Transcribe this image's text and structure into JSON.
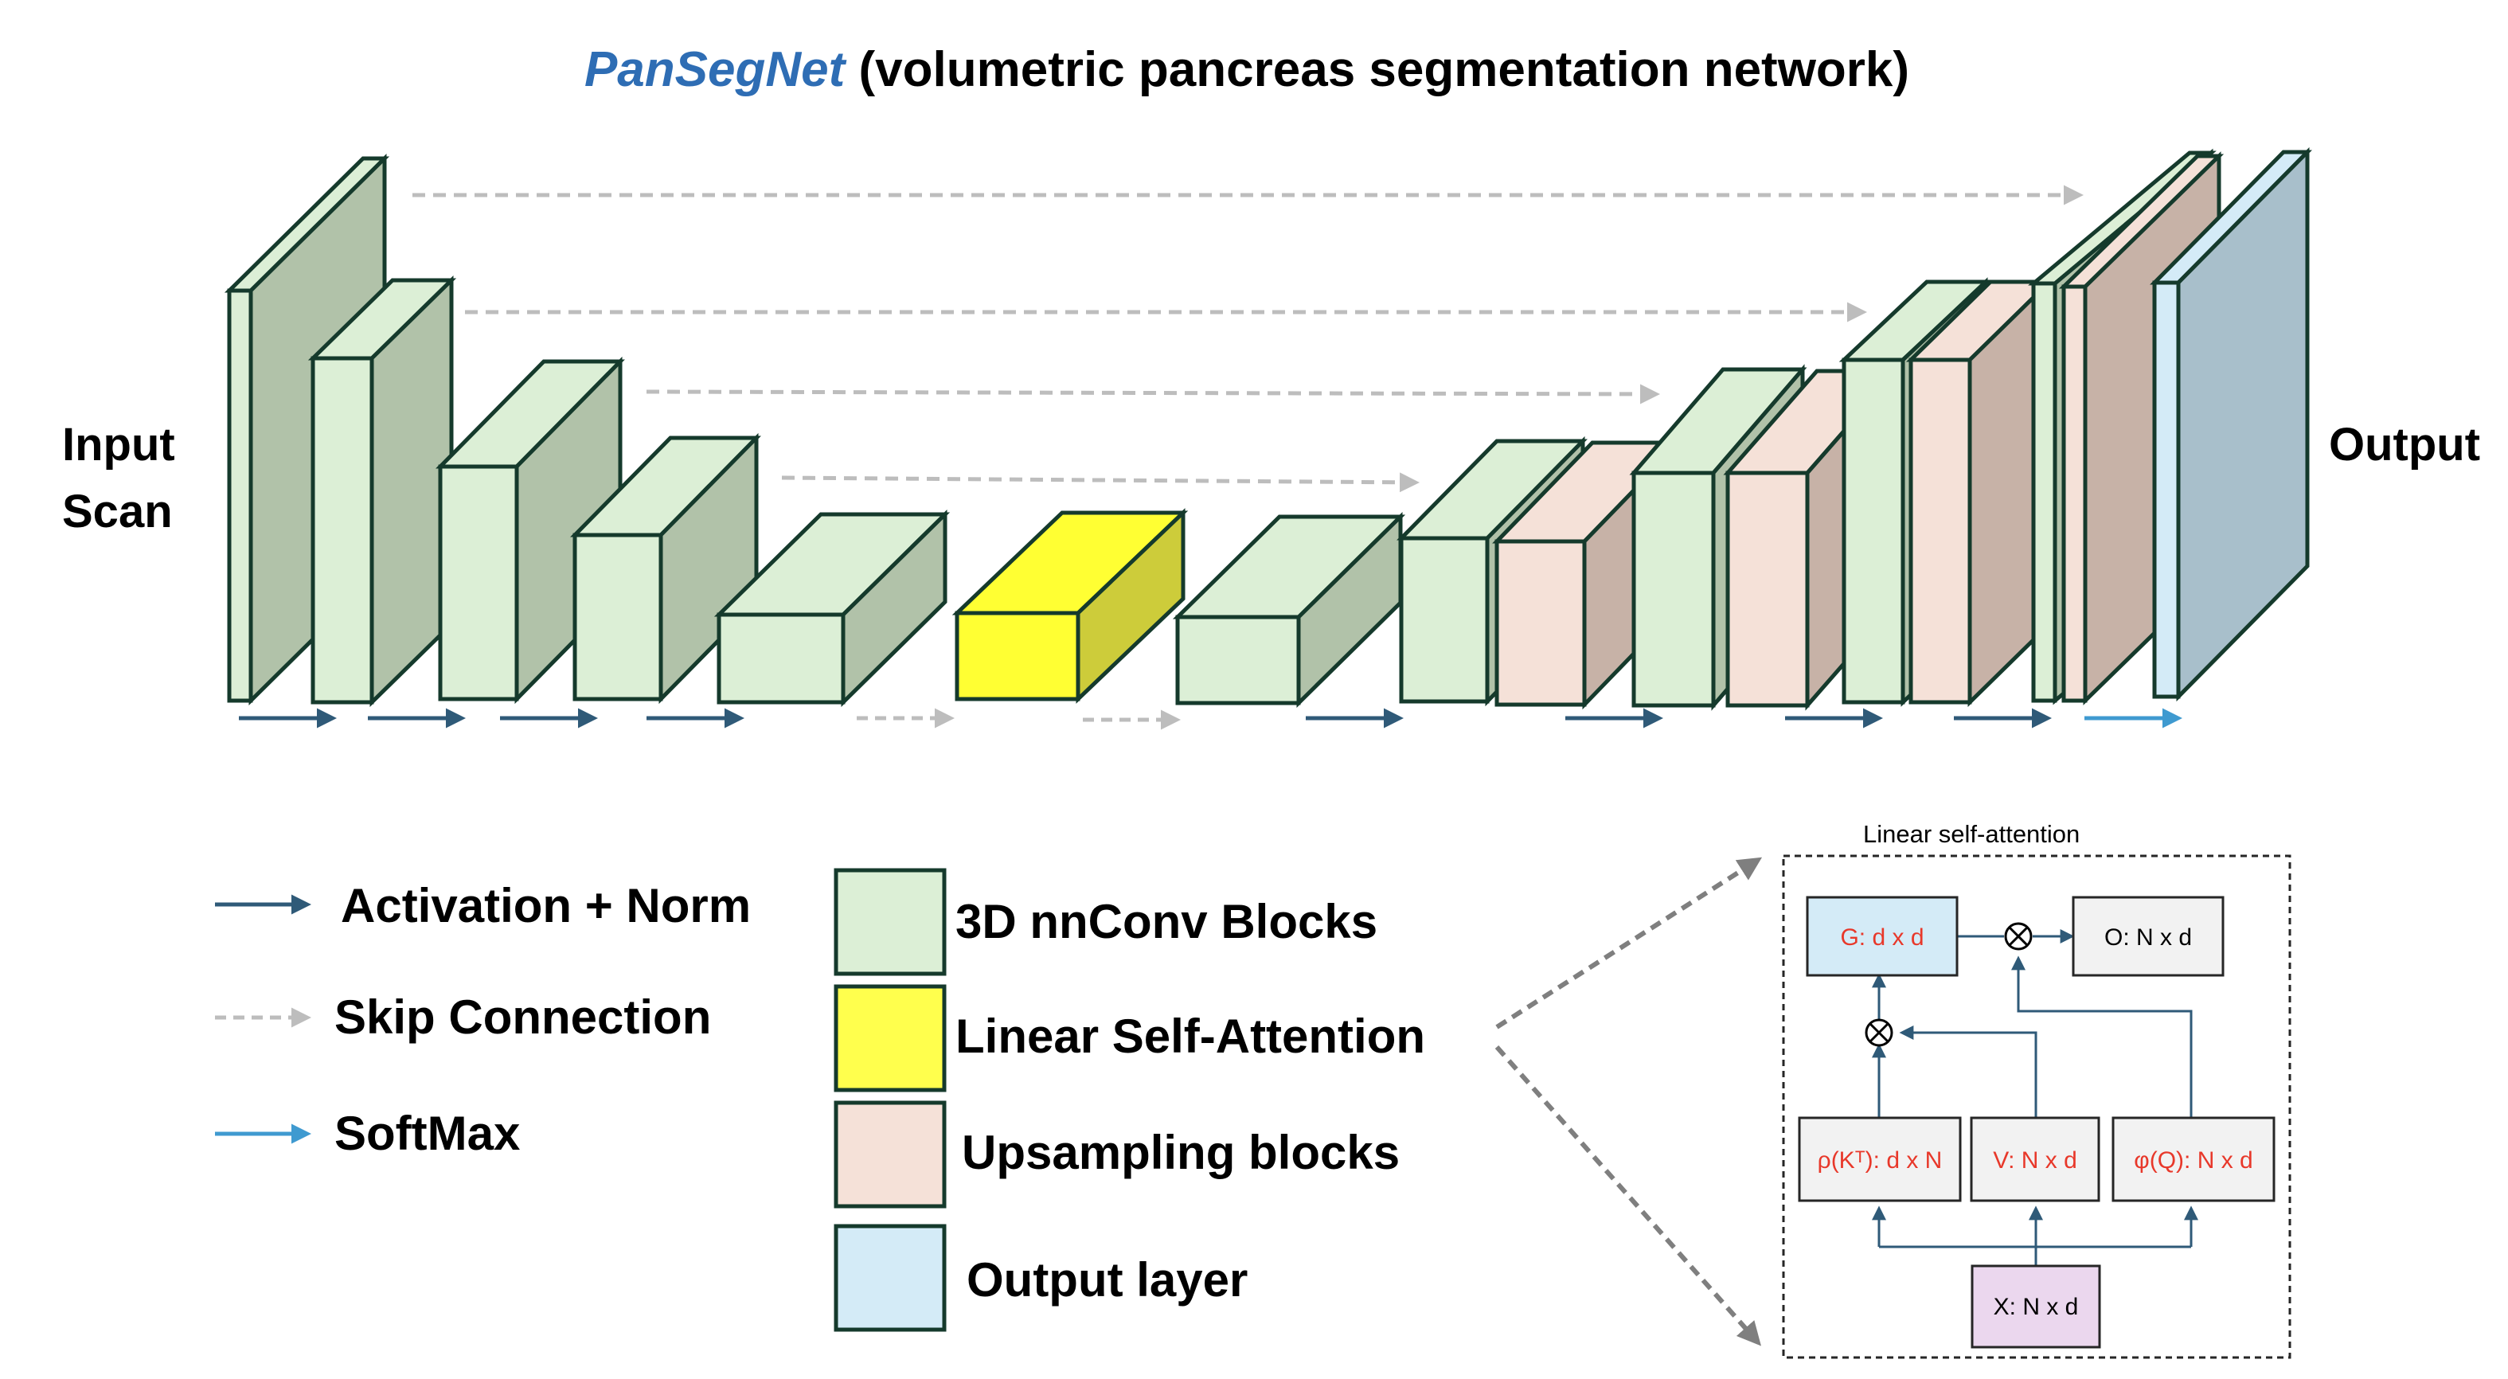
{
  "title": {
    "name": "PanSegNet",
    "rest": " (volumetric pancreas segmentation network)",
    "name_color": "#2E6DB4"
  },
  "labels": {
    "input_line1": "Input",
    "input_line2": "Scan",
    "output": "Output"
  },
  "legend": {
    "arrows": [
      {
        "label": "Activation + Norm",
        "color": "#2F5A78",
        "style": "solid"
      },
      {
        "label": "Skip Connection",
        "color": "#BDBDBD",
        "style": "dashed"
      },
      {
        "label": "SoftMax",
        "color": "#3F9AD0",
        "style": "solid"
      }
    ],
    "blocks": [
      {
        "label": "3D nnConv Blocks",
        "color": "#DCEFD6"
      },
      {
        "label": "Linear Self-Attention",
        "color": "#FFFF4D"
      },
      {
        "label": "Upsampling blocks",
        "color": "#F5E1D8"
      },
      {
        "label": "Output layer",
        "color": "#D4EBF7"
      }
    ]
  },
  "attention": {
    "title": "Linear self-attention",
    "g": "G: d x d",
    "o": "O: N x d",
    "k": "ρ(Kᵀ): d x N",
    "v": "V: N x d",
    "q": "φ(Q): N x d",
    "x": "X: N x d",
    "otimes": "⊗",
    "red": "#E8382A"
  },
  "colors": {
    "conv_front": "#DCEFD6",
    "conv_side": "#B1C2A9",
    "attn_front": "#FFFF33",
    "attn_side": "#CDCC3A",
    "up_front": "#F5E1D8",
    "up_side": "#C7B2A7",
    "out_front": "#D4EBF7",
    "out_side": "#A8BFCB",
    "edge": "#153A2C",
    "g_box": "#D4EBF7",
    "x_box": "#EBD7EE",
    "gray_box": "#F2F2F2"
  }
}
